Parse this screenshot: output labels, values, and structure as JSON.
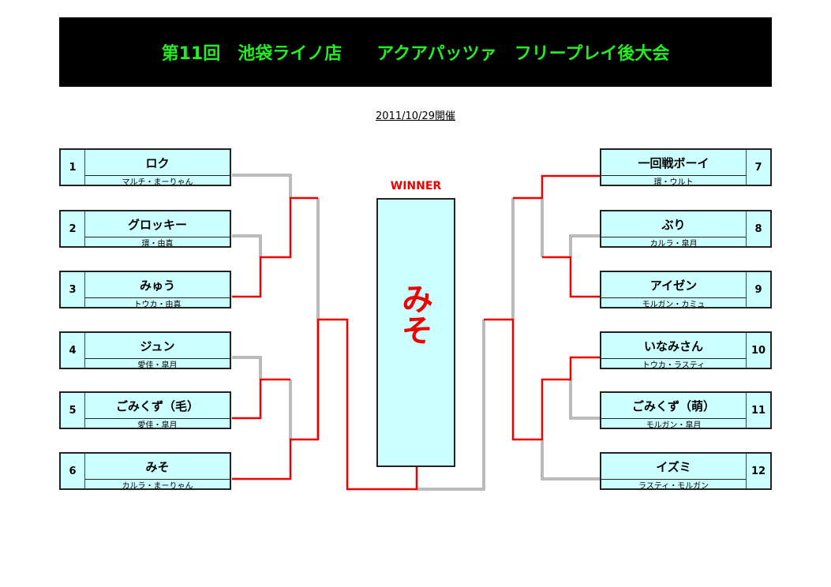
{
  "title": "第11回　池袋ライノ店　　アクアパッツァ　フリープレイ後大会",
  "date": "2011/10/29開催",
  "winner_label": "WINNER",
  "winner": "みそ",
  "teams": [
    {
      "num": "1",
      "name": "ロク",
      "members": "マルチ・まーりゃん"
    },
    {
      "num": "2",
      "name": "グロッキー",
      "members": "環・由真"
    },
    {
      "num": "3",
      "name": "みゅう",
      "members": "トウカ・由真"
    },
    {
      "num": "4",
      "name": "ジュン",
      "members": "愛佳・皐月"
    },
    {
      "num": "5",
      "name": "ごみくず（毛）",
      "members": "愛佳・皐月"
    },
    {
      "num": "6",
      "name": "みそ",
      "members": "カルラ・まーりゃん"
    },
    {
      "num": "7",
      "name": "一回戦ボーイ",
      "members": "環・ウルト"
    },
    {
      "num": "8",
      "name": "ぶり",
      "members": "カルラ・皐月"
    },
    {
      "num": "9",
      "name": "アイゼン",
      "members": "モルガン・カミュ"
    },
    {
      "num": "10",
      "name": "いなみさん",
      "members": "トウカ・ラスティ"
    },
    {
      "num": "11",
      "name": "ごみくず（萌）",
      "members": "モルガン・皐月"
    },
    {
      "num": "12",
      "name": "イズミ",
      "members": "ラスティ・モルガン"
    }
  ],
  "colors": {
    "win_line": "#e00000",
    "lose_line": "#777777",
    "box_fill": "#ccffff",
    "title_text": "#22ee22"
  }
}
